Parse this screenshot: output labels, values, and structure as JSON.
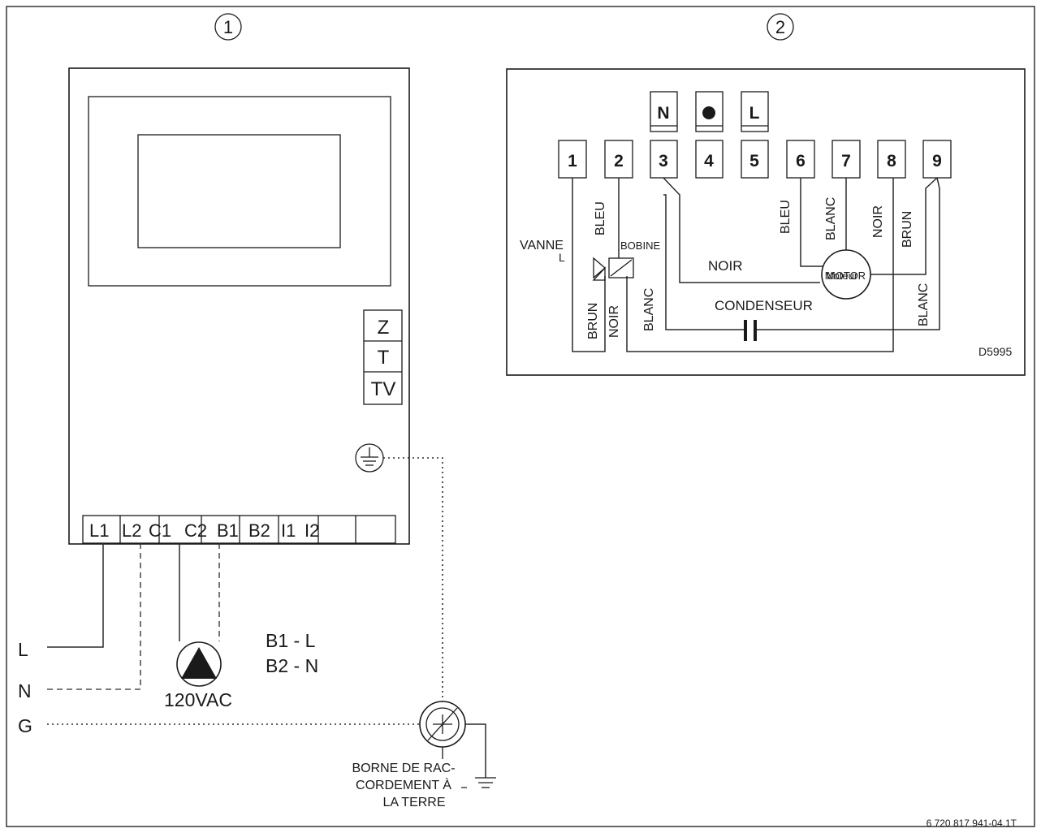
{
  "panels": {
    "panel1_number": "1",
    "panel2_number": "2"
  },
  "controller": {
    "side_terminals": [
      "Z",
      "T",
      "TV"
    ],
    "bottom_terminals": [
      "L1",
      "L2",
      "C1",
      "C2",
      "B1",
      "B2",
      "I1",
      "I2"
    ],
    "pump_label": "120VAC",
    "b_legend_line1": "B1 - L",
    "b_legend_line2": "B2 - N",
    "ground_icon": "ground-symbol-icon"
  },
  "supply": {
    "line_l": "L",
    "line_n": "N",
    "line_g": "G"
  },
  "ground_terminal": {
    "label_line1": "BORNE DE RAC-",
    "label_line2": "CORDEMENT À",
    "label_line3": "LA TERRE"
  },
  "wiring_panel": {
    "top_terminals": [
      "N",
      "L"
    ],
    "top_middle_icon": "filled-dot-icon",
    "numbered_terminals": [
      "1",
      "2",
      "3",
      "4",
      "5",
      "6",
      "7",
      "8",
      "9"
    ],
    "wire_labels": {
      "bleu_2": "BLEU",
      "brun_1": "BRUN",
      "noir_2": "NOIR",
      "blanc_3": "BLANC",
      "noir_3": "NOIR",
      "bleu_6": "BLEU",
      "blanc_7": "BLANC",
      "noir_8": "NOIR",
      "brun_9": "BRUN",
      "blanc_9": "BLANC"
    },
    "vanne_label": "VANNE",
    "vanne_sub": "L",
    "bobine_label": "BOBINE",
    "condenseur_label": "CONDENSEUR",
    "motor_label": "MOTOR",
    "motor_overlay_label": "Moteur",
    "diagram_id": "D5995"
  },
  "figure_id": "6 720 817 941-04.1T"
}
